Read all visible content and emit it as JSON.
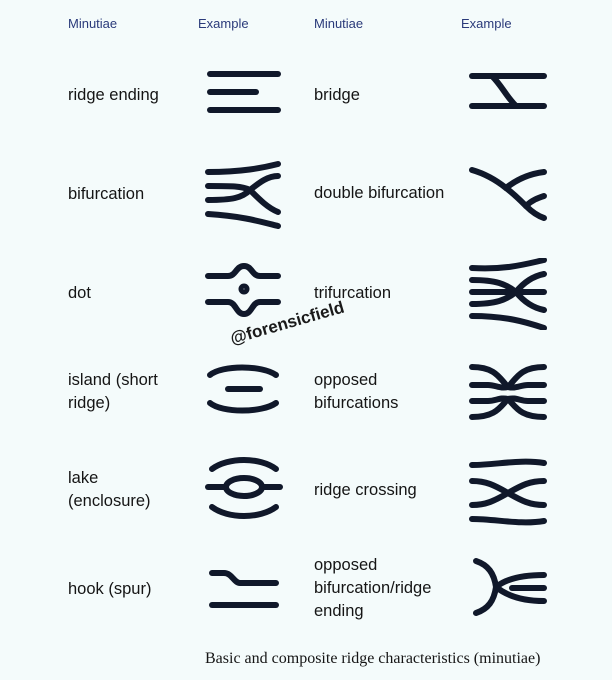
{
  "headers": {
    "col1_minutiae": "Minutiae",
    "col1_example": "Example",
    "col2_minutiae": "Minutiae",
    "col2_example": "Example"
  },
  "rows": [
    {
      "left": "ridge ending",
      "right": "bridge"
    },
    {
      "left": "bifurcation",
      "right": "double bifurcation"
    },
    {
      "left": "dot",
      "right": "trifurcation"
    },
    {
      "left": "island (short ridge)",
      "right": "opposed bifurcations"
    },
    {
      "left": "lake (enclosure)",
      "right": "ridge crossing"
    },
    {
      "left": "hook (spur)",
      "right": "opposed bifurcation/ridge ending"
    }
  ],
  "watermark": "@forensicfield",
  "caption": "Basic and composite ridge characteristics (minutiae)",
  "colors": {
    "background": "#f4fbfb",
    "header_text": "#2a3a7a",
    "ridge": "#10182a"
  }
}
